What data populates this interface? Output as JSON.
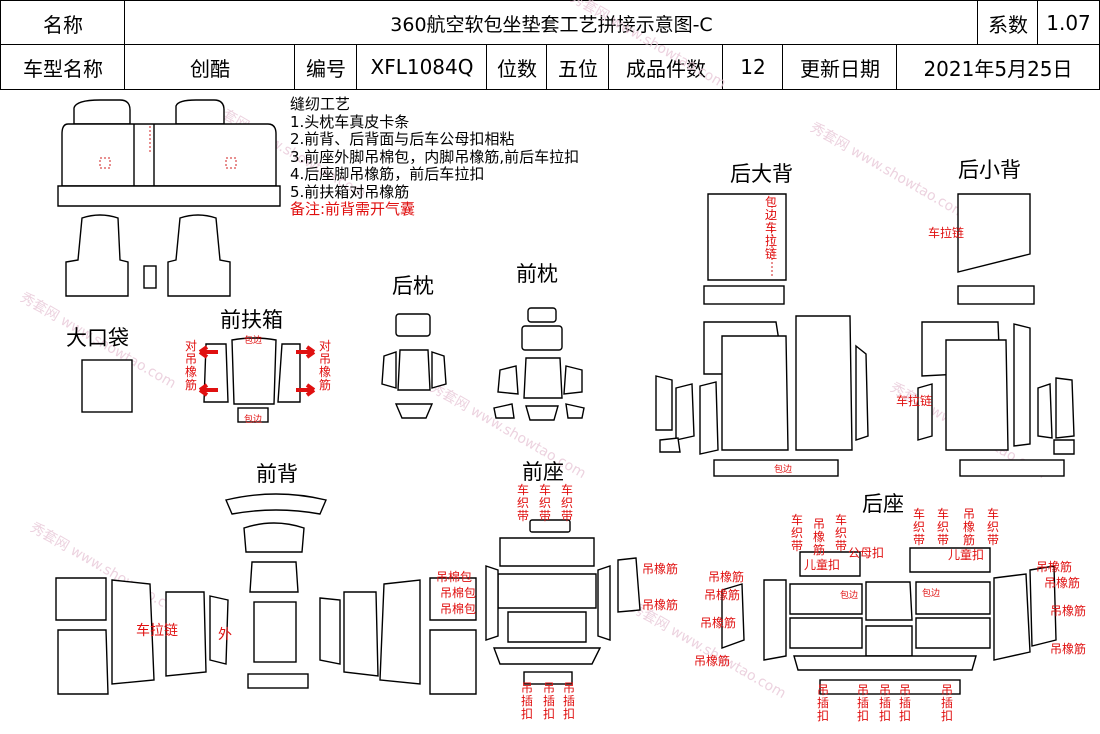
{
  "header": {
    "name_label": "名称",
    "title": "360航空软包坐垫套工艺拼接示意图-C",
    "coef_label": "系数",
    "coef_value": "1.07",
    "model_label": "车型名称",
    "model_value": "创酷",
    "code_label": "编号",
    "code_value": "XFL1084Q",
    "seats_label": "位数",
    "seats_value": "五位",
    "pieces_label": "成品件数",
    "pieces_value": "12",
    "date_label": "更新日期",
    "date_value": "2021年5月25日"
  },
  "notes": {
    "title": "缝纫工艺",
    "items": [
      "1.头枕车真皮卡条",
      "2.前背、后背面与后车公母扣相粘",
      "3.前座外脚吊棉包，内脚吊橡筋,前后车拉扣",
      "4.后座脚吊橡筋，前后车拉扣",
      "5.前扶箱对吊橡筋"
    ],
    "remark": "备注:前背需开气囊"
  },
  "sections": {
    "big_pocket": "大口袋",
    "front_armrest": "前扶箱",
    "rear_headrest": "后枕",
    "front_headrest": "前枕",
    "rear_big_back": "后大背",
    "rear_small_back": "后小背",
    "front_back": "前背",
    "front_seat": "前座",
    "rear_seat": "后座"
  },
  "annotations": {
    "pair_elastic": "对吊橡筋",
    "edge_binding": "包边",
    "edging_zipper": "包边车拉链",
    "zipper": "车拉链",
    "zipper_long": "车拉链",
    "outer": "外",
    "woven_tape": "车织带",
    "cotton_bag": "吊棉包",
    "elastic": "吊橡筋",
    "hook": "吊插扣",
    "male_female": "公母扣",
    "child_buckle": "儿童扣"
  },
  "watermark": "秀套网 www.showtao.com"
}
